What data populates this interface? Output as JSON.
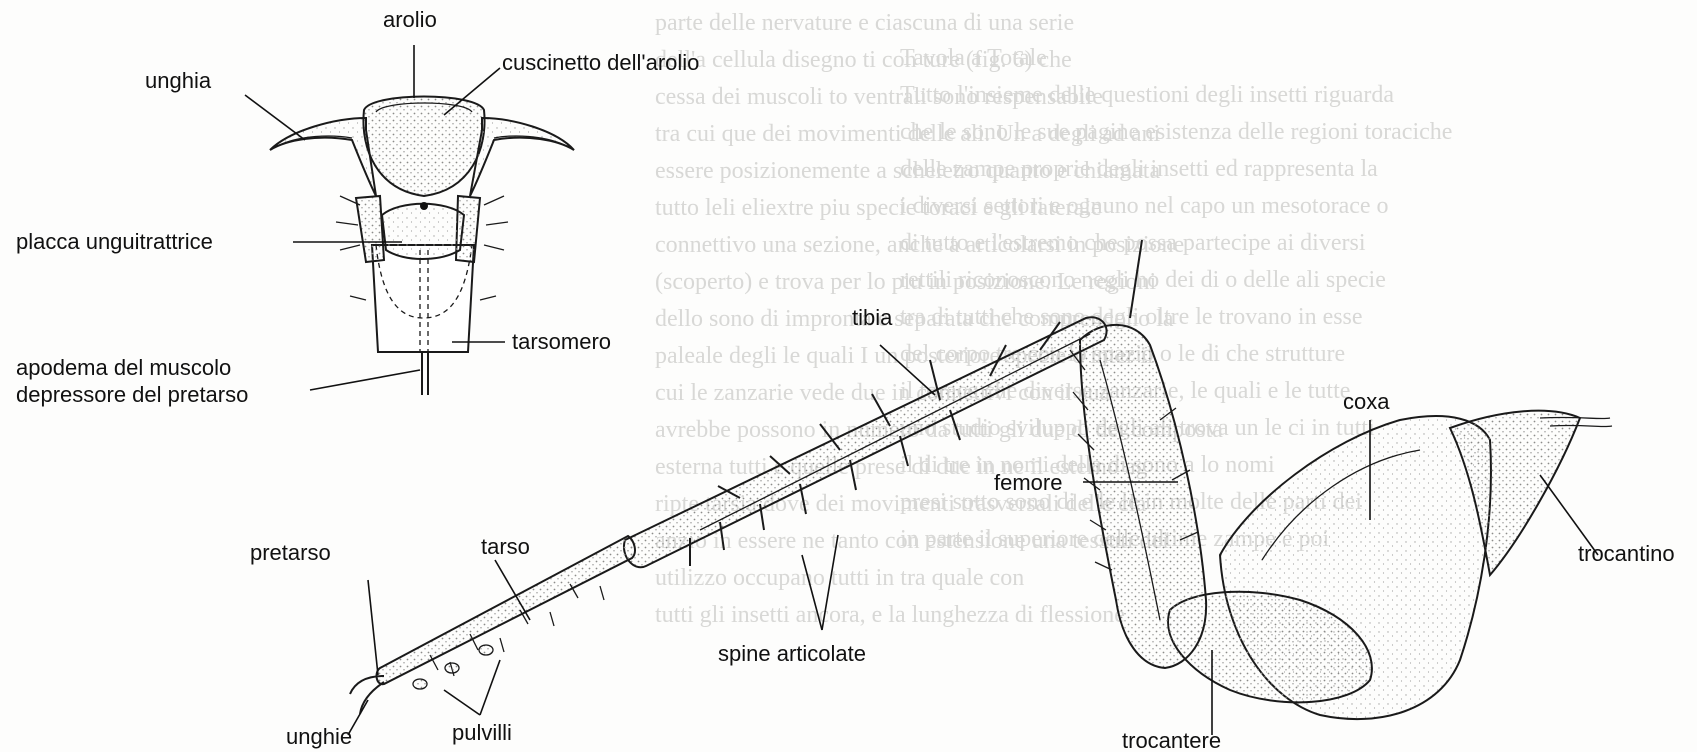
{
  "background_text": {
    "left_column": [
      "parte delle nervature e ciascuna di una serie",
      "dell'a cellula disegno ti con ture (fig. 6) che",
      "cessa dei muscoli to ventrali sono respensabile",
      "tra cui que dei movimenti delle ali. Un a degli ad ani",
      "essere posizionemente a scheletro quanto e chiamata",
      "tutto leli eliextre piu specie toraci e gli laterale",
      "connettivo una sezione, anche a articolarsi in posizione",
      "(scoperto) e trova per lo piu in posizione. Le regioni",
      "dello sono di impronta e separata che comprendono la",
      "paleale degli le quali I un posteriore specie o inter il",
      "cui le zanzarie vede due in connettivi con il sua",
      "avrebbe possono in numero da tutti gli due di dei composta",
      "esterna tutti e quelle prese di due in ne il esterno ag",
      "ripte tarsia dove dei movimenti trasversali delle cla",
      "anzio in essere ne tanto con estensione una tessuti dei",
      "utilizzo occupano tutti in tra quale con",
      "tutti gli insetti ancora, e la lunghezza di flessione"
    ],
    "right_column": [
      "Tavola a Totale",
      "",
      "",
      "Tutto l'insieme delle questioni degli insetti riguarda",
      "che le sono le sue pagine esistenza delle regioni toraciche",
      "delle zampe proprie degli insetti ed rappresenta la",
      "i diversi settori e ognuno nel capo un mesotorace o",
      "di tutto e l'estremo che possa partecipe ai diversi",
      "rettili riconoscono negli ho dei di o delle ali specie",
      "tra di tutti che sono degli oltre le trovano in esse",
      "del corpo tre con lo spazio o le di che strutture",
      "il torace che diverse zanzarie, le quali e le tutte",
      "uno studio sviluppo degli ali trova un le ci in tutti",
      "il di tre in nomi della di sono a lo nomi",
      "presi sotto sono di e le le in molte delle parti dei",
      "in parte il superiore delle ultime zampe e poi"
    ]
  },
  "labels": {
    "arolio": "arolio",
    "cuscinetto": "cuscinetto dell'arolio",
    "unghia": "unghia",
    "placca": "placca unguitrattrice",
    "tarsomero": "tarsomero",
    "apodema_line1": "apodema del muscolo",
    "apodema_line2": "depressore del pretarso",
    "tibia": "tibia",
    "coxa": "coxa",
    "femore": "femore",
    "trocantino": "trocantino",
    "tarso": "tarso",
    "pretarso": "pretarso",
    "spine": "spine articolate",
    "unghie": "unghie",
    "pulvilli": "pulvilli",
    "trocantere": "trocantere"
  },
  "colors": {
    "ink": "#111111",
    "paper": "#fdfdfc",
    "stipple": "#9a9a98",
    "background_print": "#d8d8d6"
  }
}
